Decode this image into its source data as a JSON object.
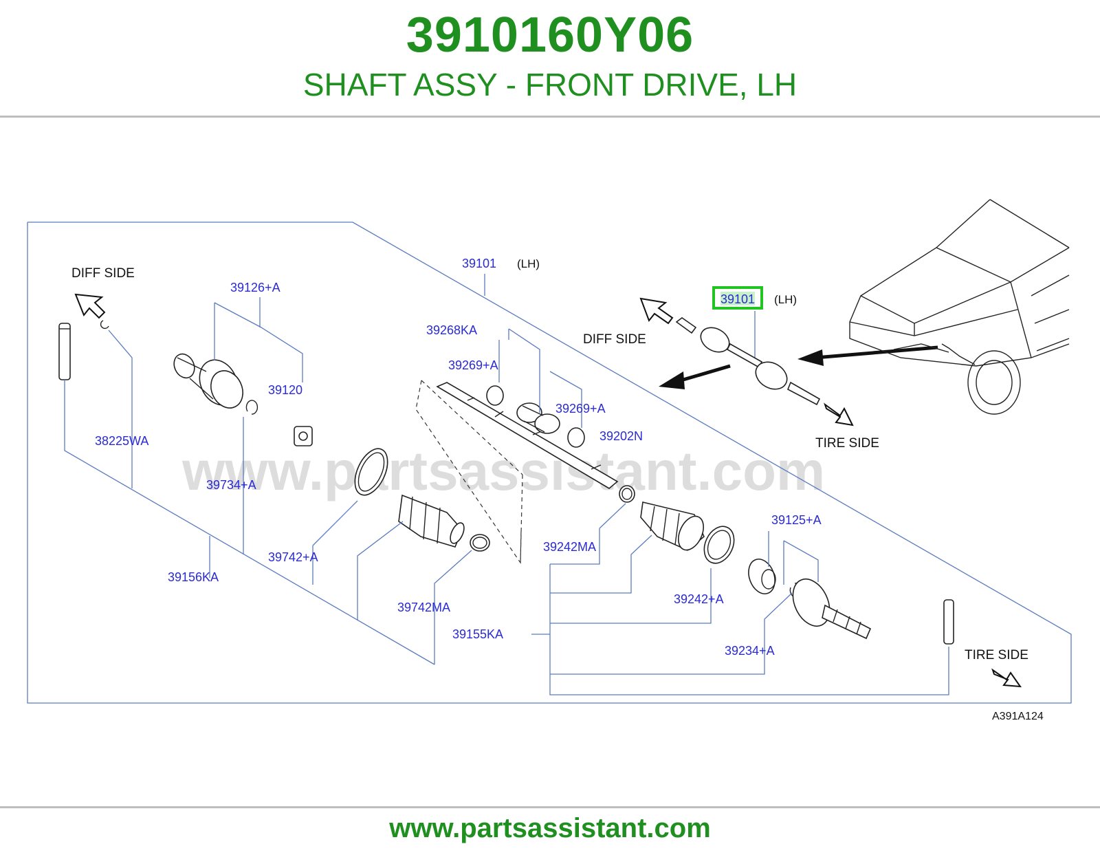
{
  "header": {
    "part_number": "3910160Y06",
    "description": "SHAFT ASSY - FRONT DRIVE, LH"
  },
  "footer": {
    "url": "www.partsassistant.com"
  },
  "watermark": "www.partsassistant.com",
  "diagram": {
    "code": "A391A124",
    "side_labels": {
      "diff_side": "DIFF  SIDE",
      "tire_side": "TIRE  SIDE"
    },
    "lh_label": "(LH)",
    "highlight": {
      "part": "39101",
      "color": "#22c422"
    },
    "parts": {
      "p39101": "39101",
      "p39126A": "39126+A",
      "p39120": "39120",
      "p38225WA": "38225WA",
      "p39734A": "39734+A",
      "p39156KA": "39156KA",
      "p39742A": "39742+A",
      "p39742MA": "39742MA",
      "p39268KA": "39268KA",
      "p39269A_1": "39269+A",
      "p39269A_2": "39269+A",
      "p39202N": "39202N",
      "p39242MA": "39242MA",
      "p39155KA": "39155KA",
      "p39242A": "39242+A",
      "p39125A": "39125+A",
      "p39234A": "39234+A"
    }
  }
}
